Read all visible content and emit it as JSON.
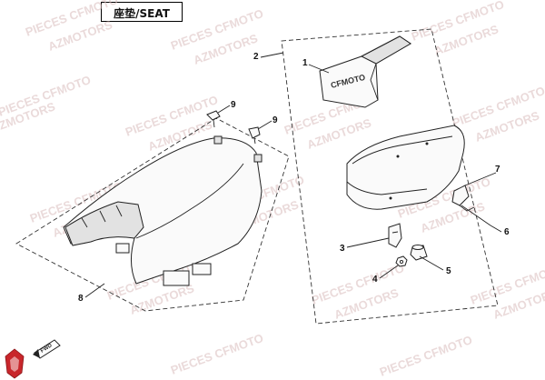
{
  "title": "座垫/SEAT",
  "callouts": [
    "1",
    "2",
    "3",
    "4",
    "5",
    "6",
    "7",
    "8",
    "9",
    "9"
  ],
  "watermark": {
    "line1": "PIECES CFMOTO",
    "line2": "AZMOTORS"
  },
  "cover_logo": "CFMOTO",
  "fwd_label": "FWD",
  "colors": {
    "watermark": "#d9bcbc",
    "logo_red": "#c8262b"
  }
}
